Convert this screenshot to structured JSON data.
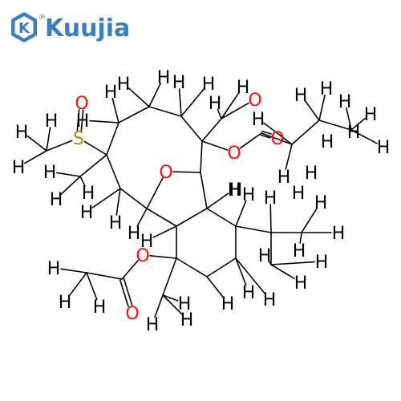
{
  "brand": {
    "name": "Kuujia",
    "mark": "K",
    "registered": "®",
    "color": "#3b7ec4"
  },
  "colors": {
    "H": "#000000",
    "C": "#000000",
    "O": "#ff0d0d",
    "S": "#b8860b"
  },
  "atoms": [
    {
      "id": "S1",
      "label": "S"
    },
    {
      "id": "O1",
      "label": "O"
    },
    {
      "id": "O2",
      "label": "O"
    },
    {
      "id": "O3",
      "label": "O"
    },
    {
      "id": "O4",
      "label": "O"
    },
    {
      "id": "O5",
      "label": "O"
    },
    {
      "id": "O6",
      "label": "O"
    },
    {
      "id": "O7",
      "label": "O"
    },
    {
      "id": "H1",
      "label": "H"
    },
    {
      "id": "H2",
      "label": "H"
    },
    {
      "id": "H3",
      "label": "H"
    },
    {
      "id": "H4",
      "label": "H"
    },
    {
      "id": "H5",
      "label": "H"
    },
    {
      "id": "H6",
      "label": "H"
    },
    {
      "id": "H7",
      "label": "H"
    },
    {
      "id": "H8",
      "label": "H"
    },
    {
      "id": "H9",
      "label": "H"
    },
    {
      "id": "H10",
      "label": "H"
    },
    {
      "id": "H11",
      "label": "H"
    },
    {
      "id": "H12",
      "label": "H"
    },
    {
      "id": "H13",
      "label": "H"
    },
    {
      "id": "H14",
      "label": "H"
    },
    {
      "id": "H15",
      "label": "H"
    },
    {
      "id": "H16",
      "label": "H"
    },
    {
      "id": "H17",
      "label": "H"
    },
    {
      "id": "H18",
      "label": "H"
    },
    {
      "id": "H19",
      "label": "H"
    },
    {
      "id": "H20",
      "label": "H"
    },
    {
      "id": "H21",
      "label": "H"
    },
    {
      "id": "H22",
      "label": "H"
    },
    {
      "id": "H23",
      "label": "H"
    },
    {
      "id": "H24",
      "label": "H"
    },
    {
      "id": "H25",
      "label": "H"
    },
    {
      "id": "H26",
      "label": "H"
    },
    {
      "id": "H27",
      "label": "H"
    },
    {
      "id": "H28",
      "label": "H"
    },
    {
      "id": "H29",
      "label": "H"
    },
    {
      "id": "H30",
      "label": "H"
    },
    {
      "id": "H31",
      "label": "H"
    },
    {
      "id": "H32",
      "label": "H"
    },
    {
      "id": "H33",
      "label": "H"
    },
    {
      "id": "H34",
      "label": "H"
    },
    {
      "id": "H35",
      "label": "H"
    },
    {
      "id": "H36",
      "label": "H"
    },
    {
      "id": "H37",
      "label": "H"
    },
    {
      "id": "H38",
      "label": "H"
    },
    {
      "id": "H39",
      "label": "H"
    },
    {
      "id": "H40",
      "label": "H"
    },
    {
      "id": "H41",
      "label": "H"
    },
    {
      "id": "H42",
      "label": "H"
    },
    {
      "id": "H43",
      "label": "H"
    },
    {
      "id": "H44",
      "label": "H"
    },
    {
      "id": "H45",
      "label": "H"
    },
    {
      "id": "H46",
      "label": "H"
    },
    {
      "id": "H47",
      "label": "H"
    },
    {
      "id": "H48",
      "label": "H"
    }
  ]
}
